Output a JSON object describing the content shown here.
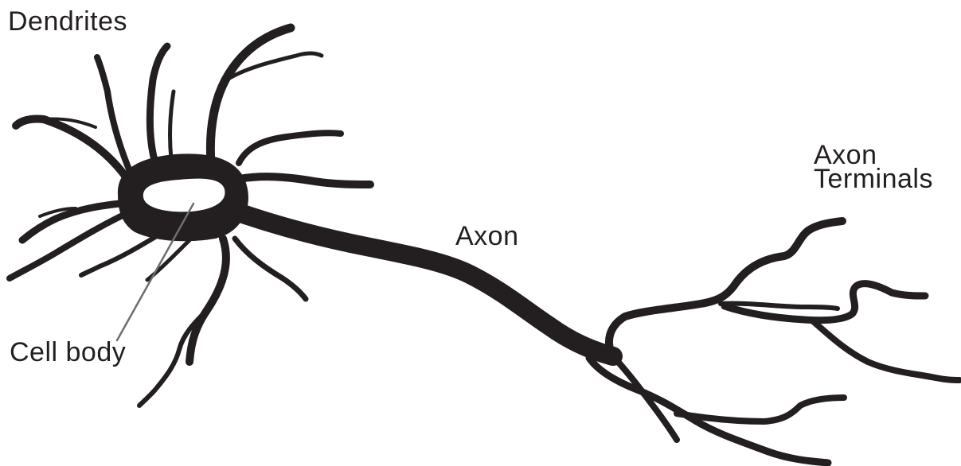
{
  "diagram": {
    "ink_color": "#231f20",
    "leader_line_color": "#6d6e71",
    "labels": {
      "dendrites": "Dendrites",
      "cell_body": "Cell body",
      "axon": "Axon",
      "axon_terminals_line1": "Axon",
      "axon_terminals_line2": "Terminals"
    }
  }
}
